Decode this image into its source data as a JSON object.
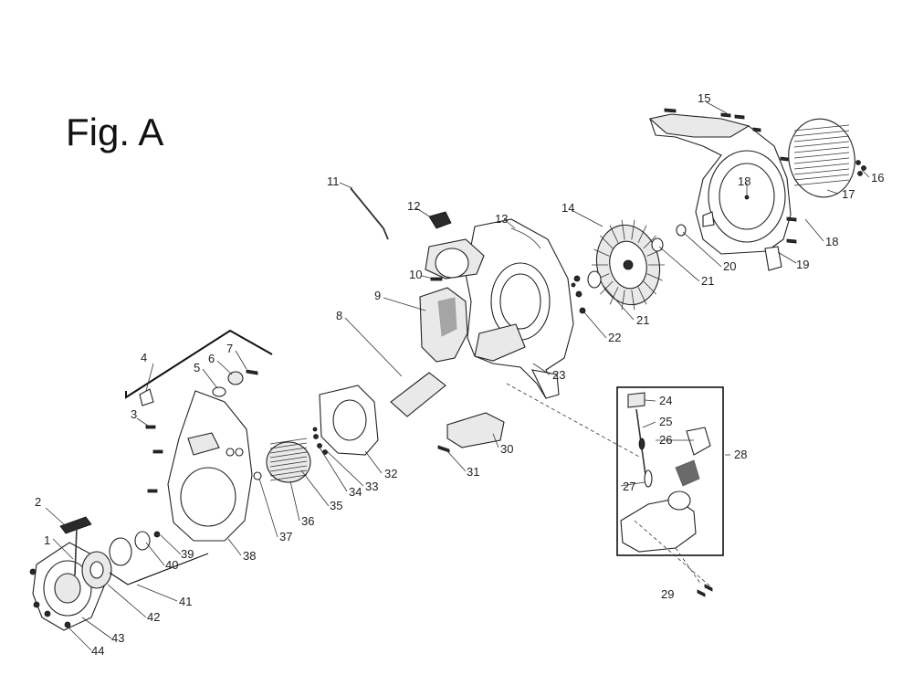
{
  "figure": {
    "title": "Fig. A"
  },
  "colors": {
    "line": "#222222",
    "background": "#ffffff",
    "shade": "#e9e9e9"
  },
  "parts": [
    {
      "id": "p1",
      "label": "1"
    },
    {
      "id": "p2",
      "label": "2"
    },
    {
      "id": "p3",
      "label": "3"
    },
    {
      "id": "p4",
      "label": "4"
    },
    {
      "id": "p5",
      "label": "5"
    },
    {
      "id": "p6",
      "label": "6"
    },
    {
      "id": "p7",
      "label": "7"
    },
    {
      "id": "p8",
      "label": "8"
    },
    {
      "id": "p9",
      "label": "9"
    },
    {
      "id": "p10",
      "label": "10"
    },
    {
      "id": "p11",
      "label": "11"
    },
    {
      "id": "p12",
      "label": "12"
    },
    {
      "id": "p13",
      "label": "13"
    },
    {
      "id": "p14",
      "label": "14"
    },
    {
      "id": "p15",
      "label": "15"
    },
    {
      "id": "p16",
      "label": "16"
    },
    {
      "id": "p17",
      "label": "17"
    },
    {
      "id": "p18a",
      "label": "18"
    },
    {
      "id": "p18b",
      "label": "18"
    },
    {
      "id": "p19",
      "label": "19"
    },
    {
      "id": "p20",
      "label": "20"
    },
    {
      "id": "p21a",
      "label": "21"
    },
    {
      "id": "p21b",
      "label": "21"
    },
    {
      "id": "p22",
      "label": "22"
    },
    {
      "id": "p23",
      "label": "23"
    },
    {
      "id": "p24",
      "label": "24"
    },
    {
      "id": "p25",
      "label": "25"
    },
    {
      "id": "p26",
      "label": "26"
    },
    {
      "id": "p27",
      "label": "27"
    },
    {
      "id": "p28",
      "label": "28"
    },
    {
      "id": "p29",
      "label": "29"
    },
    {
      "id": "p30",
      "label": "30"
    },
    {
      "id": "p31",
      "label": "31"
    },
    {
      "id": "p32",
      "label": "32"
    },
    {
      "id": "p33",
      "label": "33"
    },
    {
      "id": "p34",
      "label": "34"
    },
    {
      "id": "p35",
      "label": "35"
    },
    {
      "id": "p36",
      "label": "36"
    },
    {
      "id": "p37",
      "label": "37"
    },
    {
      "id": "p38",
      "label": "38"
    },
    {
      "id": "p39",
      "label": "39"
    },
    {
      "id": "p40",
      "label": "40"
    },
    {
      "id": "p41",
      "label": "41"
    },
    {
      "id": "p42",
      "label": "42"
    },
    {
      "id": "p43",
      "label": "43"
    },
    {
      "id": "p44",
      "label": "44"
    }
  ]
}
